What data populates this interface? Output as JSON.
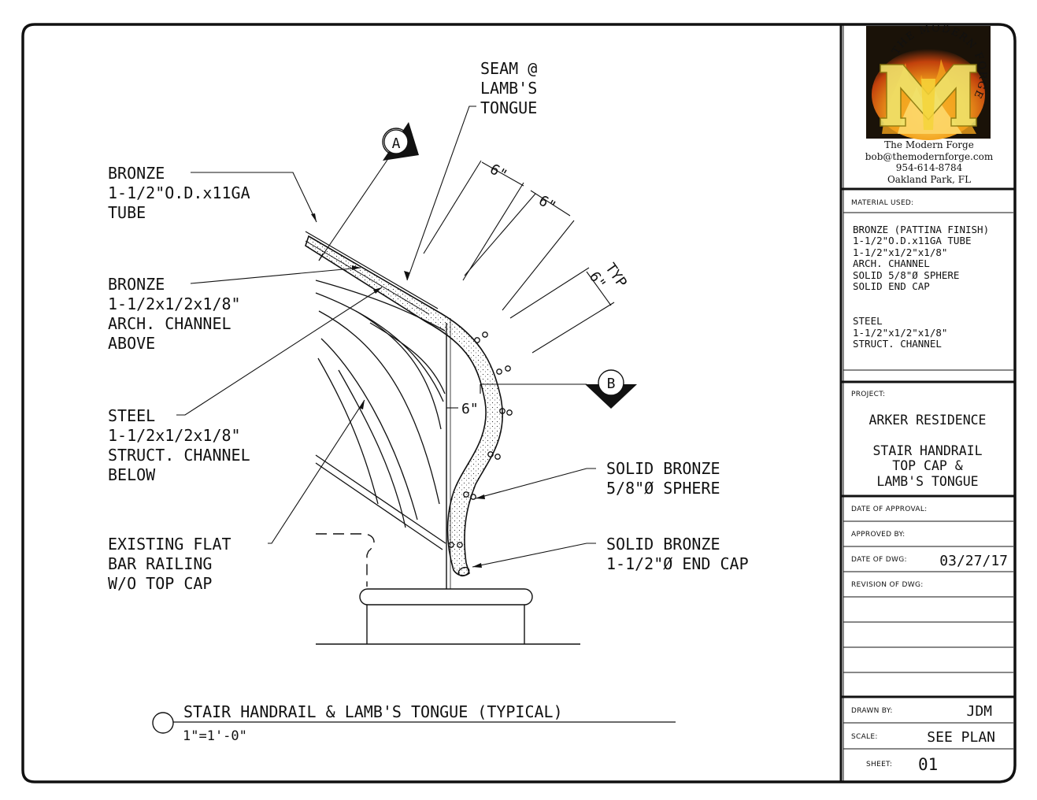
{
  "drawing": {
    "callouts": {
      "seam": [
        "SEAM @",
        "LAMB'S",
        "TONGUE"
      ],
      "bronze_tube": [
        "BRONZE",
        "1-1/2\"O.D.x11GA",
        "TUBE"
      ],
      "bronze_channel": [
        "BRONZE",
        "1-1/2x1/2x1/8\"",
        "ARCH. CHANNEL",
        "ABOVE"
      ],
      "steel_channel": [
        "STEEL",
        "1-1/2x1/2x1/8\"",
        "STRUCT. CHANNEL",
        "BELOW"
      ],
      "existing": [
        "EXISTING FLAT",
        "BAR RAILING",
        "W/O TOP CAP"
      ],
      "sphere": [
        "SOLID BRONZE",
        "5/8\"Ø SPHERE"
      ],
      "end_cap": [
        "SOLID BRONZE",
        "1-1/2\"Ø END CAP"
      ]
    },
    "dimensions": {
      "d1": "6\"",
      "d2": "6\"",
      "d3": "6\"",
      "typ": "TYP",
      "d4": "6\""
    },
    "section_markers": {
      "a": "A",
      "b": "B"
    },
    "title": "STAIR HANDRAIL & LAMB'S TONGUE (TYPICAL)",
    "scale": "1\"=1'-0\""
  },
  "titleblock": {
    "logo": {
      "text": "THE MODERN FORGE",
      "colors": {
        "flame": "#f2a21c",
        "flame_dark": "#c2410c",
        "background": "#1a1208",
        "monogram": "#efe26a"
      }
    },
    "company": {
      "name": "The Modern Forge",
      "email": "bob@themodernforge.com",
      "phone": "954-614-8784",
      "location": "Oakland Park,  FL"
    },
    "material": {
      "label": "MATERIAL USED:",
      "lines": [
        "BRONZE (PATTINA FINISH)",
        "1-1/2\"O.D.x11GA TUBE",
        "1-1/2\"x1/2\"x1/8\"",
        "ARCH. CHANNEL",
        "SOLID 5/8\"Ø SPHERE",
        "SOLID END CAP"
      ],
      "steel_lines": [
        "STEEL",
        "1-1/2\"x1/2\"x1/8\"",
        "STRUCT. CHANNEL"
      ]
    },
    "project": {
      "label": "PROJECT:",
      "name": "ARKER RESIDENCE",
      "desc": [
        "STAIR HANDRAIL",
        "TOP CAP &",
        "LAMB'S TONGUE"
      ]
    },
    "approval_date": {
      "label": "DATE OF APPROVAL:"
    },
    "approved_by": {
      "label": "APPROVED BY:"
    },
    "dwg_date": {
      "label": "DATE OF DWG:",
      "value": "03/27/17"
    },
    "revision": {
      "label": "REVISION OF DWG:"
    },
    "drawn_by": {
      "label": "DRAWN BY:",
      "value": "JDM"
    },
    "scale": {
      "label": "SCALE:",
      "value": "SEE PLAN"
    },
    "sheet": {
      "label": "SHEET:",
      "value": "01"
    }
  }
}
